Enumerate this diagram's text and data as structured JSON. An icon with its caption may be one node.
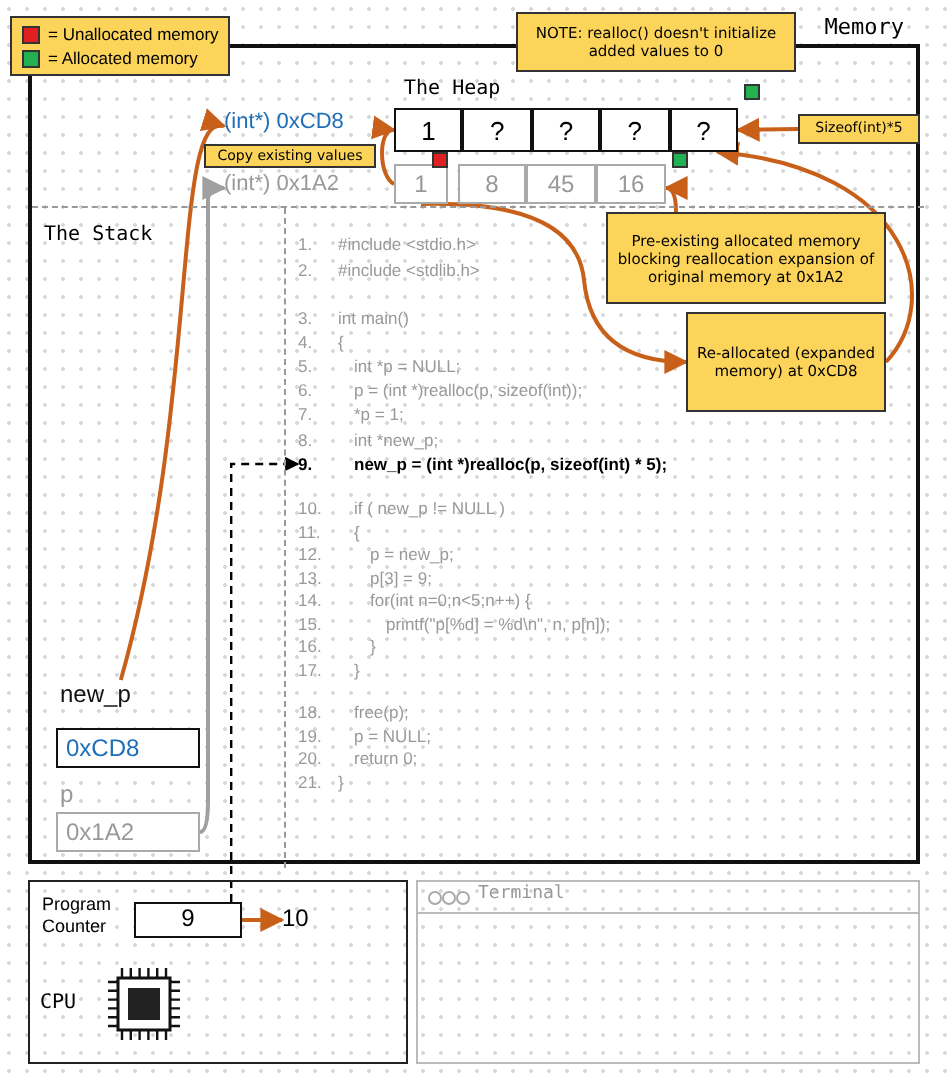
{
  "diagram": {
    "nodes": [
      {
        "text": [
          "Memory"
        ]
      },
      {
        "text": [
          "The Heap"
        ],
        "in": 0
      },
      {
        "text": [
          "The Stack"
        ],
        "in": 0
      },
      {
        "text": [
          "(int*) 0xCD8"
        ],
        "in": 1
      },
      {
        "text": [
          "1"
        ],
        "in": 1
      },
      {
        "text": [
          "?"
        ],
        "in": 1
      },
      {
        "text": [
          "?"
        ],
        "in": 1
      },
      {
        "text": [
          "?"
        ],
        "in": 1
      },
      {
        "text": [
          "?"
        ],
        "in": 1
      },
      {
        "text": [
          "(int*) 0x1A2"
        ],
        "in": 1
      },
      {
        "text": [
          "1"
        ],
        "in": 1
      },
      {
        "text": [
          "8"
        ],
        "in": 1
      },
      {
        "text": [
          "45"
        ],
        "in": 1
      },
      {
        "text": [
          "16"
        ],
        "in": 1
      },
      {
        "text": [
          "NOTE: realloc() doesn't initialize added values to 0"
        ]
      },
      {
        "text": [
          "Sizeof(int)*5"
        ],
        "in": 1
      },
      {
        "text": [
          "Copy existing values"
        ],
        "in": 1
      },
      {
        "text": [
          "new_p",
          "0xCD8"
        ],
        "in": 2
      },
      {
        "text": [
          "p",
          "0x1A2"
        ],
        "in": 2
      },
      {
        "text": [],
        "shape": "box",
        "in": 2
      },
      {
        "text": [
          "1. #include <stdio.h>"
        ],
        "in": 19
      },
      {
        "text": [
          "2. #include <stdlib.h>"
        ],
        "in": 19
      },
      {
        "text": [
          "3. int main()"
        ],
        "in": 19
      },
      {
        "text": [
          "4. {"
        ],
        "in": 19
      },
      {
        "text": [
          "5. int *p = NULL;"
        ],
        "in": 19
      },
      {
        "text": [
          "6. p = (int *)realloc(p, sizeof(int));"
        ],
        "in": 19
      },
      {
        "text": [
          "7. *p = 1;"
        ],
        "in": 19
      },
      {
        "text": [
          "8. int *new_p;"
        ],
        "in": 19
      },
      {
        "text": [
          "9. new_p = (int *)realloc(p, sizeof(int) * 5);"
        ],
        "in": 19
      },
      {
        "text": [
          "10. if ( new_p != NULL )"
        ],
        "in": 19
      },
      {
        "text": [
          "11. {"
        ],
        "in": 19
      },
      {
        "text": [
          "12. p = new_p;"
        ],
        "in": 19
      },
      {
        "text": [
          "13. p[3] = 9;"
        ],
        "in": 19
      },
      {
        "text": [
          "14. for(int n=0;n<5;n++) {"
        ],
        "in": 19
      },
      {
        "text": [
          "15. printf(\"p[%d] = %d\\n\", n, p[n]);"
        ],
        "in": 19
      },
      {
        "text": [
          "16. }"
        ],
        "in": 19
      },
      {
        "text": [
          "17. }"
        ],
        "in": 19
      },
      {
        "text": [
          "18. free(p);"
        ],
        "in": 19
      },
      {
        "text": [
          "19. p = NULL;"
        ],
        "in": 19
      },
      {
        "text": [
          "20. return 0;"
        ],
        "in": 19
      },
      {
        "text": [
          "21. }"
        ],
        "in": 19
      },
      {
        "text": [
          "Pre-existing allocated memory blocking reallocation expansion of original memory at 0x1A2"
        ],
        "in": 19
      },
      {
        "text": [
          "Re-allocated (expanded memory) at 0xCD8"
        ],
        "in": 19
      },
      {
        "text": [],
        "shape": "box"
      },
      {
        "text": [
          "Program Counter",
          "9"
        ],
        "in": 43
      },
      {
        "text": [
          "10"
        ],
        "in": 43
      },
      {
        "text": [
          "Terminal"
        ]
      }
    ],
    "edges": [
      {
        "from": 17,
        "to": 3,
        "arrow": "to"
      },
      {
        "from": 18,
        "to": 9,
        "arrow": "to",
        "color": "#a0a0a0"
      },
      {
        "from": 10,
        "to": 4,
        "arrow": "to"
      },
      {
        "from": 10,
        "to": 42,
        "arrow": "to"
      },
      {
        "from": 15,
        "to": 8,
        "arrow": "to"
      },
      {
        "from": 42,
        "to": 8,
        "arrow": "to"
      },
      {
        "from": 41,
        "to": 13,
        "arrow": "to"
      },
      {
        "from": 44,
        "to": 28,
        "arrow": "to",
        "style": "dashed",
        "color": "#000000"
      },
      {
        "from": 44,
        "to": 45,
        "arrow": "to"
      }
    ],
    "labels": [
      "CPU"
    ],
    "legend": [
      {
        "text": "= Unallocated memory",
        "color": "#e02020"
      },
      {
        "text": "= Allocated memory",
        "color": "#22b050"
      }
    ]
  }
}
